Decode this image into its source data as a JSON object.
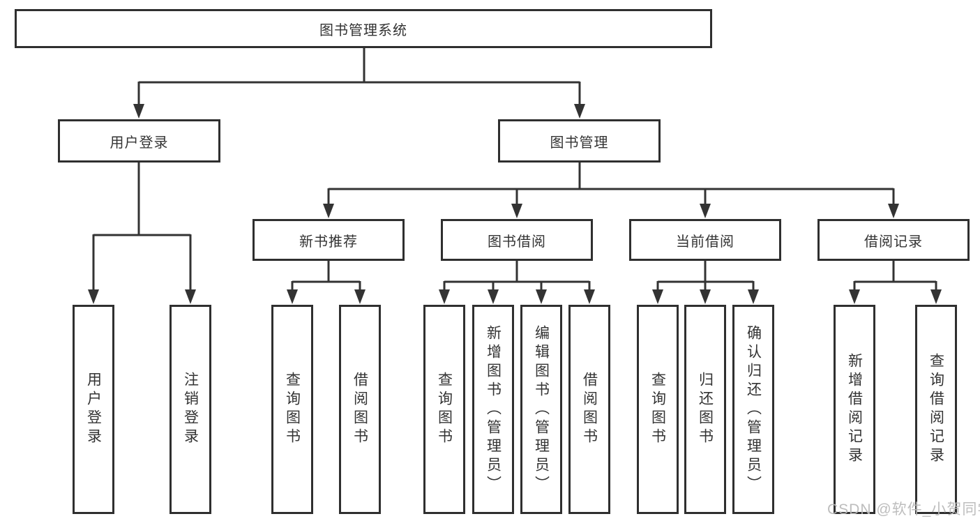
{
  "diagram": {
    "title": "图书管理系统",
    "root": {
      "label": "图书管理系统"
    },
    "level2": [
      {
        "label": "用户登录"
      },
      {
        "label": "图书管理"
      }
    ],
    "level3": [
      {
        "label": "新书推荐"
      },
      {
        "label": "图书借阅"
      },
      {
        "label": "当前借阅"
      },
      {
        "label": "借阅记录"
      }
    ],
    "leaves": {
      "user_login": [
        "用户登录",
        "注销登录"
      ],
      "new_books": [
        "查询图书",
        "借阅图书"
      ],
      "book_borrow": [
        "查询图书",
        "新增图书（管理员）",
        "编辑图书（管理员）",
        "借阅图书"
      ],
      "current_borrow": [
        "查询图书",
        "归还图书",
        "确认归还（管理员）"
      ],
      "borrow_records": [
        "新增借阅记录",
        "查询借阅记录"
      ]
    }
  },
  "watermark": {
    "text": "CSDN @软件_小贺同学"
  },
  "colors": {
    "line": "#333333",
    "border": "#2f2f2f",
    "text": "#333333",
    "background": "#ffffff",
    "watermark": "#b9b9b9"
  }
}
